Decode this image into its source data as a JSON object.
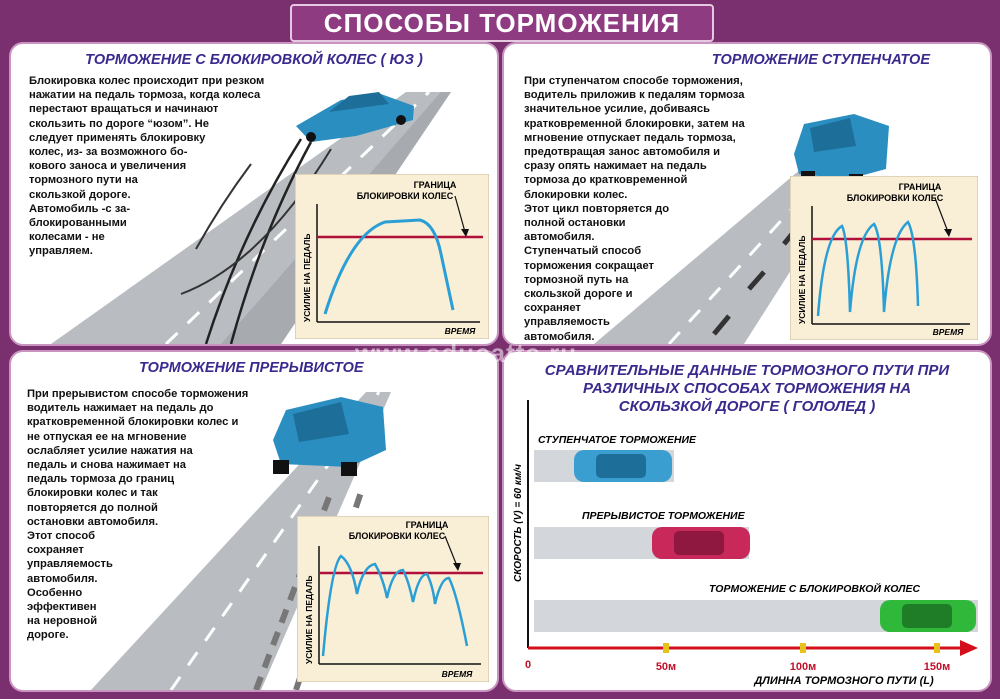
{
  "page_title": "СПОСОБЫ ТОРМОЖЕНИЯ",
  "watermark": "www.educatte.ru",
  "panels": {
    "lock": {
      "title": "ТОРМОЖЕНИЕ С БЛОКИРОВКОЙ КОЛЕС ( ЮЗ )",
      "text": "Блокировка колес происходит при резком\nнажатии на педаль тормоза, когда колеса\nперестают вращаться и начинают\nскользить по дороге “юзом”. Не\nследует применять блокировку\nколес, из- за возможного бо-\nкового заноса и увеличения\nтормозного пути на\nскользкой дороге.\n  Автомобиль -с за-\nблокированными\nколесами - не\nуправляем.",
      "graph": {
        "boundary_label_1": "ГРАНИЦА",
        "boundary_label_2": "БЛОКИРОВКИ КОЛЕС",
        "y_label": "УСИЛИЕ НА ПЕДАЛЬ",
        "x_label": "ВРЕМЯ"
      }
    },
    "step": {
      "title": "ТОРМОЖЕНИЕ СТУПЕНЧАТОЕ",
      "text": "При ступенчатом способе торможения,\nводитель приложив к педалям тормоза\nзначительное усилие, добиваясь\nкратковременной блокировки, затем на\nмгновение отпускает педаль тормоза,\nпредотвращая занос автомобиля и\nсразу опять нажимает на педаль\nтормоза до кратковременной\nблокировки колес.\n  Этот цикл повторяется до\nполной остановки\nавтомобиля.\n  Ступенчатый способ\nторможения сокращает\nтормозной путь на\nскользкой дороге и\nсохраняет\nуправляемость\nавтомобиля.",
      "graph": {
        "boundary_label_1": "ГРАНИЦА",
        "boundary_label_2": "БЛОКИРОВКИ КОЛЕС",
        "y_label": "УСИЛИЕ НА ПЕДАЛЬ",
        "x_label": "ВРЕМЯ"
      }
    },
    "pulse": {
      "title": "ТОРМОЖЕНИЕ ПРЕРЫВИСТОЕ",
      "text": "При прерывистом способе торможения\nводитель нажимает на педаль до\nкратковременной блокировки колес и\nне отпуская ее на мгновение\nослабляет усилие нажатия на\nпедаль и снова нажимает на\nпедаль тормоза до границ\nблокировки колес и так\nповторяется до полной\nостановки автомобиля.\n  Этот способ\nсохраняет\nуправляемость\nавтомобиля.\n  Особенно\nэффективен\nна неровной\nдороге.",
      "graph": {
        "boundary_label_1": "ГРАНИЦА",
        "boundary_label_2": "БЛОКИРОВКИ КОЛЕС",
        "y_label": "УСИЛИЕ НА ПЕДАЛЬ",
        "x_label": "ВРЕМЯ"
      }
    },
    "compare": {
      "title_1": "СРАВНИТЕЛЬНЫЕ ДАННЫЕ ТОРМОЗНОГО ПУТИ ПРИ",
      "title_2": "РАЗЛИЧНЫХ СПОСОБАХ ТОРМОЖЕНИЯ НА",
      "title_3": "СКОЛЬЗКОЙ ДОРОГЕ ( ГОЛОЛЕД )",
      "y_label": "СКОРОСТЬ (V) = 60 км/ч",
      "x_label": "ДЛИННА ТОРМОЗНОГО ПУТИ (L)",
      "ticks": [
        "0",
        "50м",
        "100м",
        "150м"
      ],
      "bars": [
        {
          "label": "СТУПЕНЧАТОЕ ТОРМОЖЕНИЕ",
          "car_color": "#3a9fd0"
        },
        {
          "label": "ПРЕРЫВИСТОЕ ТОРМОЖЕНИЕ",
          "car_color": "#c8285a"
        },
        {
          "label": "ТОРМОЖЕНИЕ С БЛОКИРОВКОЙ КОЛЕС",
          "car_color": "#2fb83a"
        }
      ]
    }
  },
  "colors": {
    "title_blue": "#3a2a8e",
    "limit_line": "#b0103a",
    "curve": "#2a9fd6",
    "arrow_red": "#d40f1c"
  }
}
